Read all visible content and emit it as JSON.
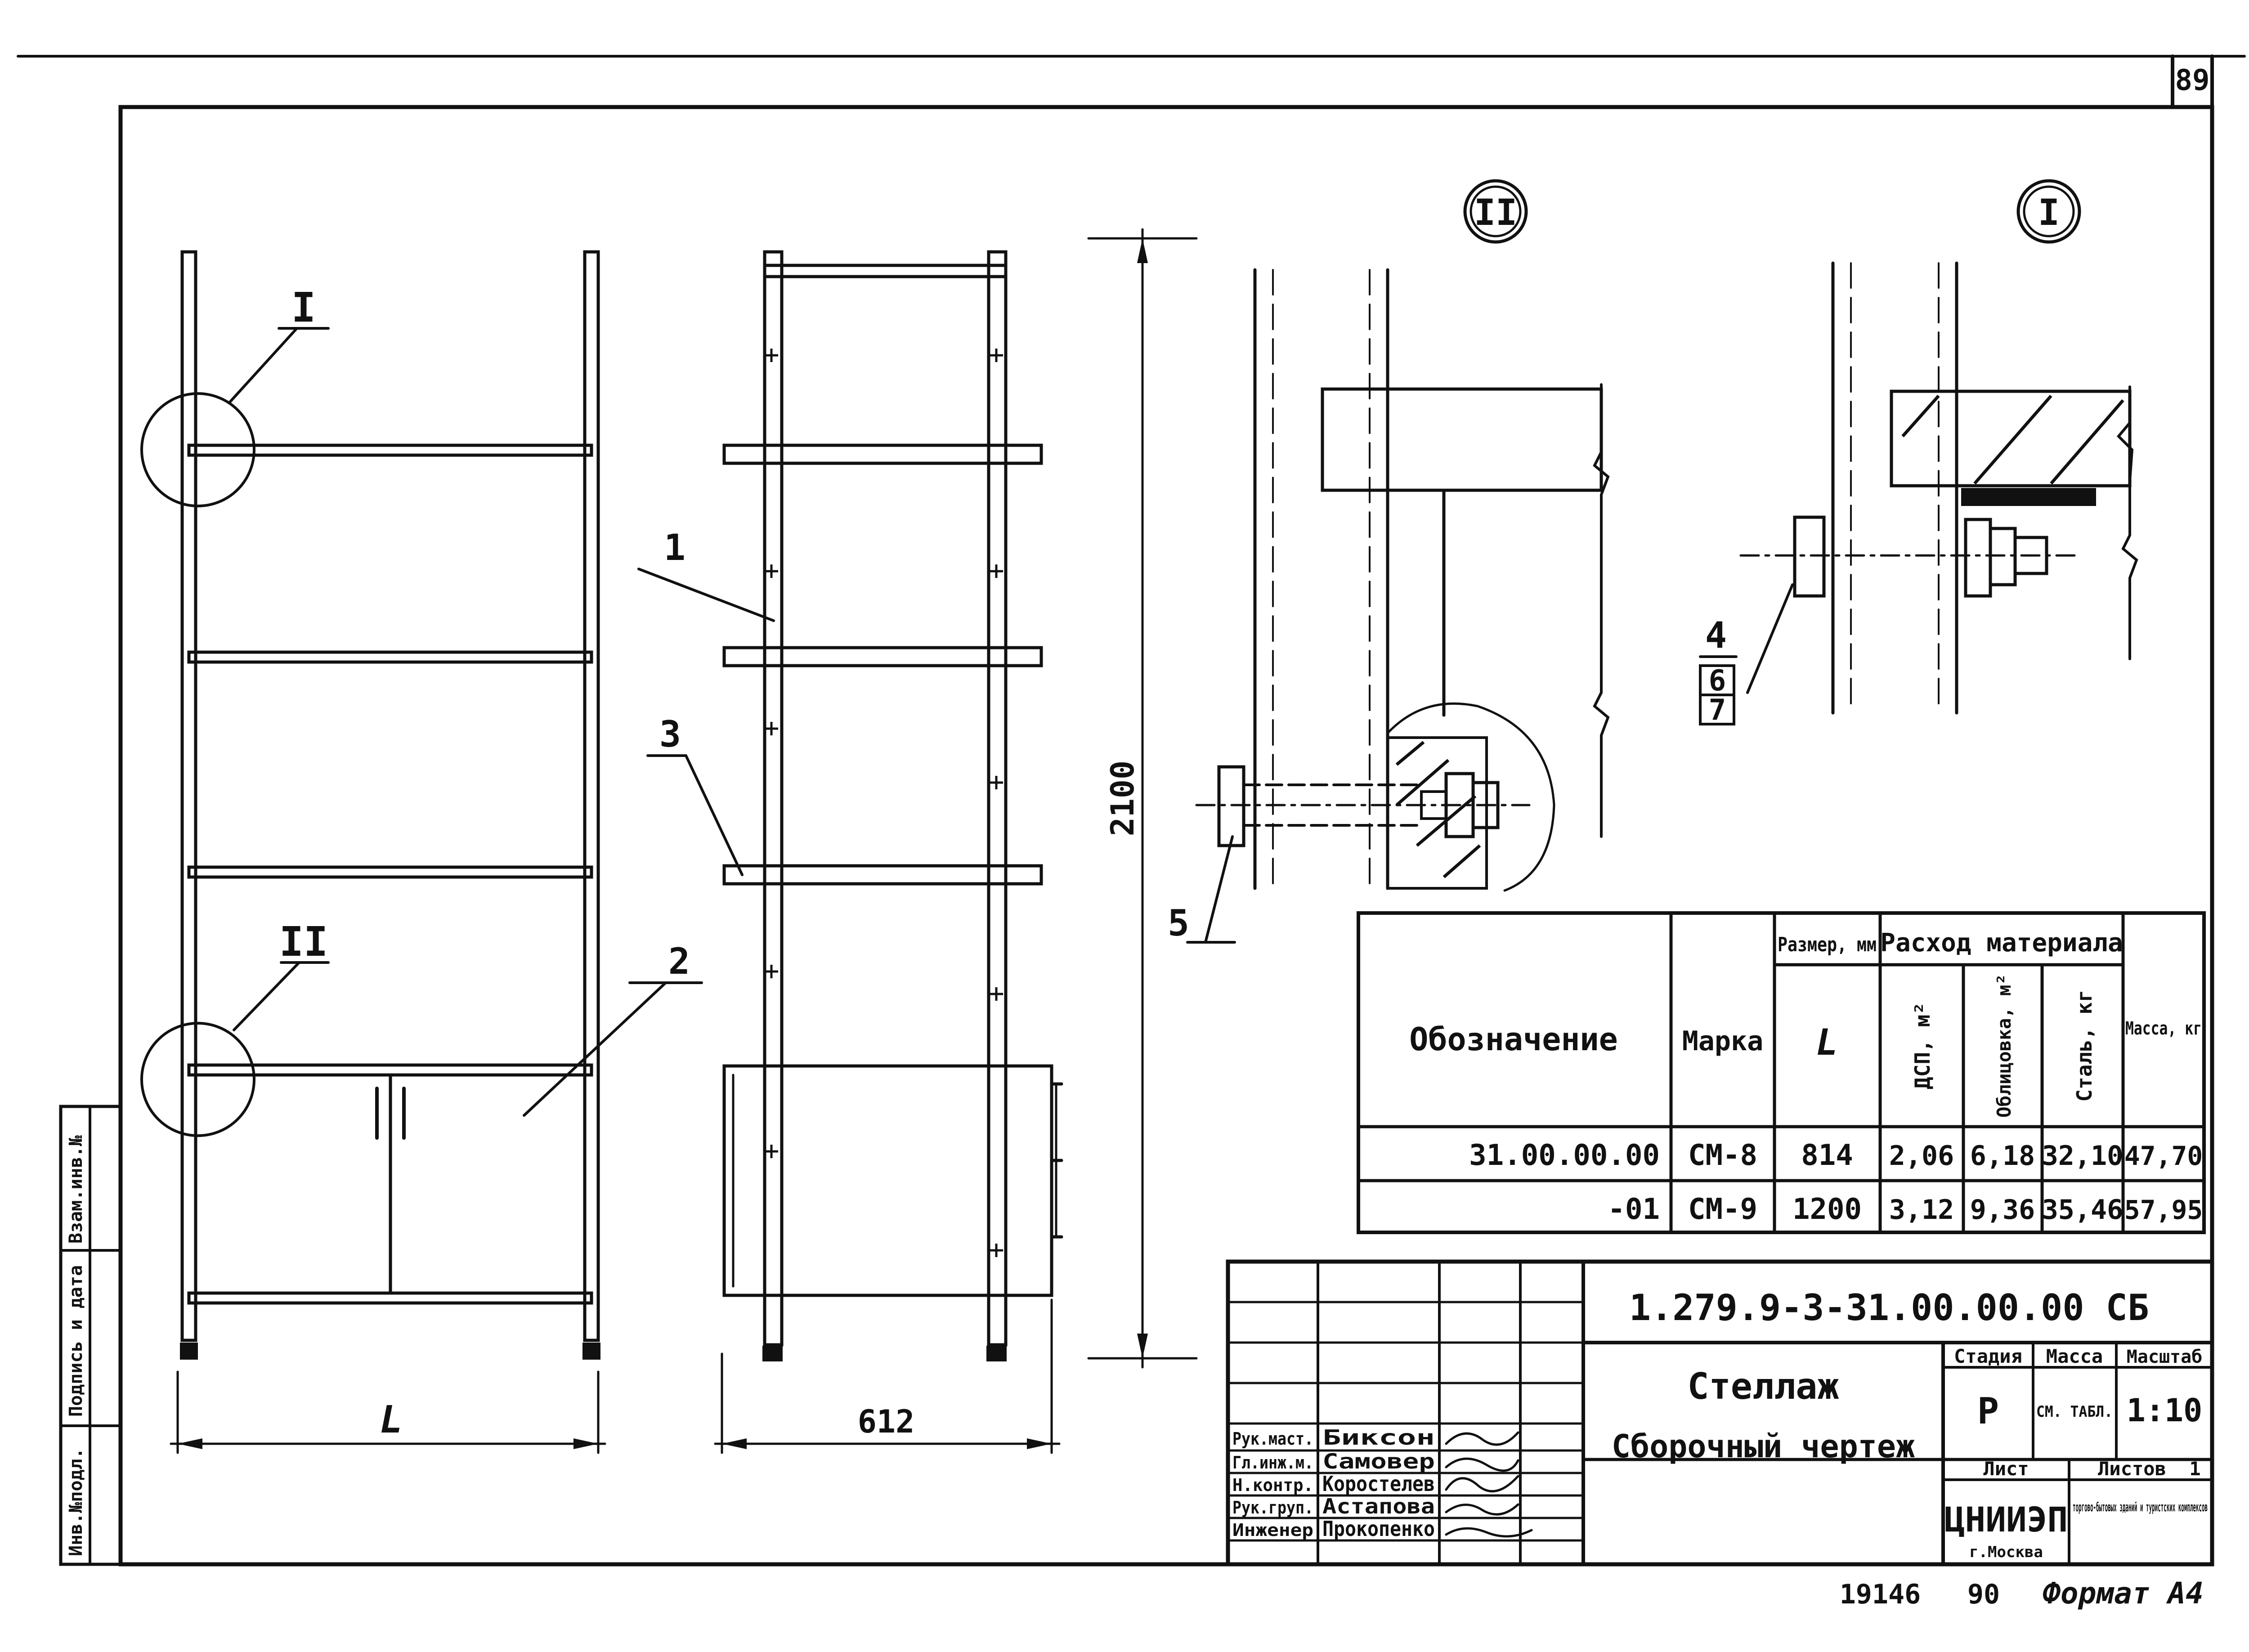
{
  "sheet_number": "89",
  "labels": {
    "callout_1": "I",
    "callout_2": "II",
    "pos_1": "1",
    "pos_2": "2",
    "pos_3": "3",
    "pos_4": "4",
    "pos_5": "5",
    "pos_6": "6",
    "pos_7": "7"
  },
  "dimensions": {
    "height": "2100",
    "width_front": "L",
    "depth": "612"
  },
  "spec_table": {
    "header": {
      "designation": "Обозначение",
      "mark": "Марка",
      "size": "Размер, мм",
      "size_sub": "L",
      "consumption": "Расход материала",
      "dsp": "ДСП, м²",
      "facing": "Облицовка, м²",
      "steel": "Сталь, кг",
      "mass": "Масса, кг"
    },
    "rows": [
      {
        "designation": "31.00.00.00",
        "mark": "СМ-8",
        "size": "814",
        "dsp": "2,06",
        "facing": "6,18",
        "steel": "32,10",
        "mass": "47,70"
      },
      {
        "designation": "-01",
        "mark": "СМ-9",
        "size": "1200",
        "dsp": "3,12",
        "facing": "9,36",
        "steel": "35,46",
        "mass": "57,95"
      }
    ]
  },
  "title_block": {
    "code": "1.279.9-3-31.00.00.00 СБ",
    "name_1": "Стеллаж",
    "name_2": "Сборочный чертеж",
    "stage_label": "Стадия",
    "stage": "Р",
    "mass_label": "Масса",
    "mass": "СМ. ТАБЛ.",
    "scale_label": "Масштаб",
    "scale": "1:10",
    "sheet_label": "Лист",
    "sheets_label": "Листов",
    "sheets_value": "1",
    "org": "ЦНИИЭП",
    "city": "г.Москва",
    "org_dept": "торгово-бытовых зданий и туристских комплексов",
    "roles": [
      {
        "role": "Рук.маст.",
        "name": "Биксон"
      },
      {
        "role": "Гл.инж.м.",
        "name": "Самовер"
      },
      {
        "role": "Н.контр.",
        "name": "Коростелев"
      },
      {
        "role": "Рук.груп.",
        "name": "Астапова"
      },
      {
        "role": "Инженер",
        "name": "Прокопенко"
      }
    ]
  },
  "side_stamp": {
    "inv_orig": "Инв.№подл.",
    "sign_date": "Подпись и дата",
    "inv_repl": "Взам.инв.№"
  },
  "footer": {
    "copy_no": "19146",
    "year": "90",
    "format": "Формат А4"
  }
}
